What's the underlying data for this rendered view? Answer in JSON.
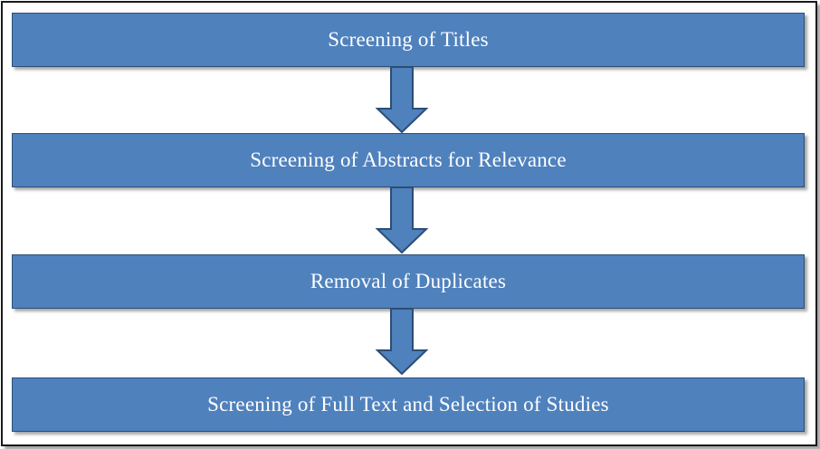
{
  "diagram": {
    "steps": [
      {
        "label": "Screening of Titles"
      },
      {
        "label": "Screening of Abstracts for Relevance"
      },
      {
        "label": "Removal of Duplicates"
      },
      {
        "label": "Screening of Full Text and Selection of Studies"
      }
    ],
    "colors": {
      "box_fill": "#4f81bd",
      "box_border": "#2c4d75",
      "arrow_fill": "#4f81bd",
      "arrow_stroke": "#2c4d75",
      "text": "#ffffff",
      "frame_border": "#1a1a1a"
    }
  }
}
